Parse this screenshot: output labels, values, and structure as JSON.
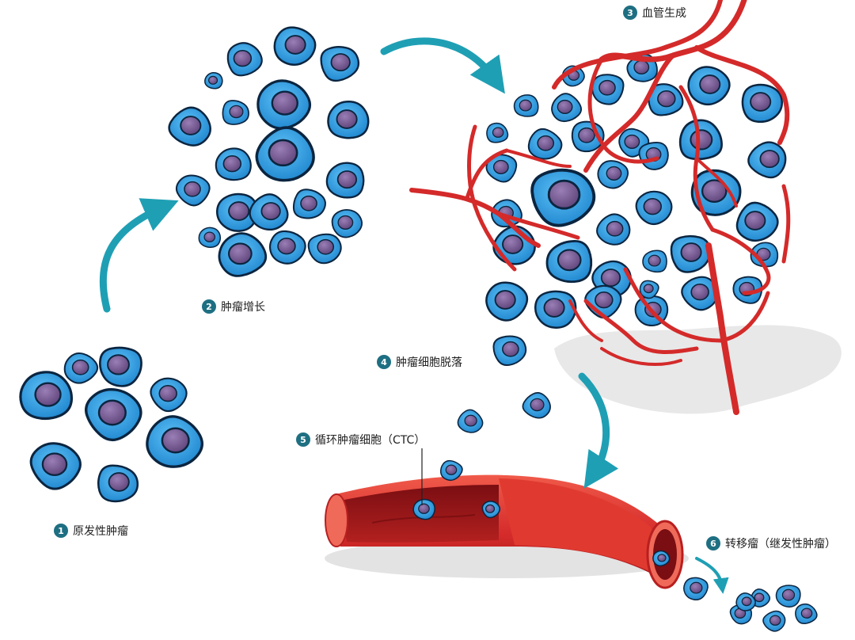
{
  "colors": {
    "cell_fill": "#2f9fe6",
    "cell_stroke": "#0b2540",
    "nucleus": "#7a5f96",
    "vessel": "#d42a2a",
    "arrow": "#1f9fb4",
    "badge": "#1e6f82"
  },
  "steps": [
    {
      "number": "1",
      "label": "原发性肿瘤"
    },
    {
      "number": "2",
      "label": "肿瘤增长"
    },
    {
      "number": "3",
      "label": "血管生成"
    },
    {
      "number": "4",
      "label": "肿瘤细胞脱落"
    },
    {
      "number": "5",
      "label": "循环肿瘤细胞（CTC）"
    },
    {
      "number": "6",
      "label": "转移瘤（继发性肿瘤）"
    }
  ]
}
